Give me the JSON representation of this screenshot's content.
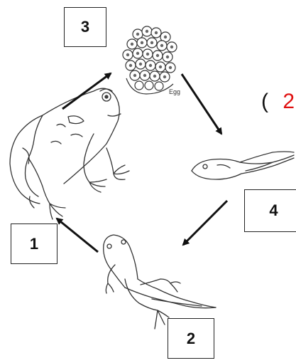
{
  "diagram": {
    "stages": [
      {
        "id": "adult-frog",
        "number": "1"
      },
      {
        "id": "froglet",
        "number": "2"
      },
      {
        "id": "eggs",
        "number": "3",
        "label": "Egg"
      },
      {
        "id": "tadpole",
        "number": "4"
      }
    ],
    "side_note": {
      "paren": "(",
      "digit": "2"
    },
    "colors": {
      "stroke": "#222222",
      "fill": "#ffffff",
      "accent": "#e01010"
    }
  }
}
